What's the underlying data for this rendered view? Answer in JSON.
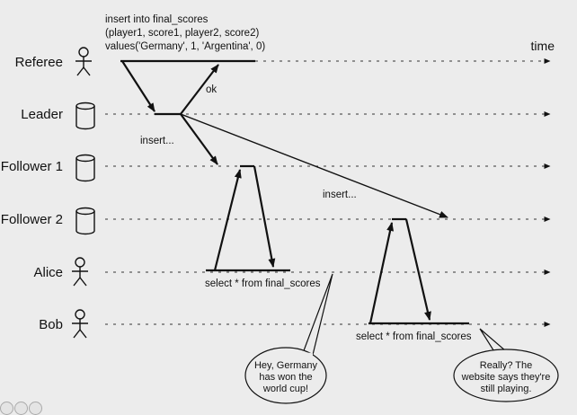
{
  "diagram": {
    "time_label": "time",
    "actors": [
      {
        "id": "referee",
        "label": "Referee",
        "shape": "person-icon"
      },
      {
        "id": "leader",
        "label": "Leader",
        "shape": "database-icon"
      },
      {
        "id": "follower1",
        "label": "Follower 1",
        "shape": "database-icon"
      },
      {
        "id": "follower2",
        "label": "Follower 2",
        "shape": "database-icon"
      },
      {
        "id": "alice",
        "label": "Alice",
        "shape": "person-icon"
      },
      {
        "id": "bob",
        "label": "Bob",
        "shape": "person-icon"
      }
    ],
    "insert_statement": [
      "insert into final_scores",
      "(player1, score1, player2, score2)",
      "values('Germany', 1, 'Argentina', 0)"
    ],
    "ok_label": "ok",
    "insert_label_1": "insert...",
    "insert_label_2": "insert...",
    "alice_query": "select * from final_scores",
    "bob_query": "select * from final_scores",
    "alice_bubble": [
      "Hey, Germany",
      "has won the",
      "world cup!"
    ],
    "bob_bubble": [
      "Really? The",
      "website says they're",
      "still playing."
    ]
  }
}
